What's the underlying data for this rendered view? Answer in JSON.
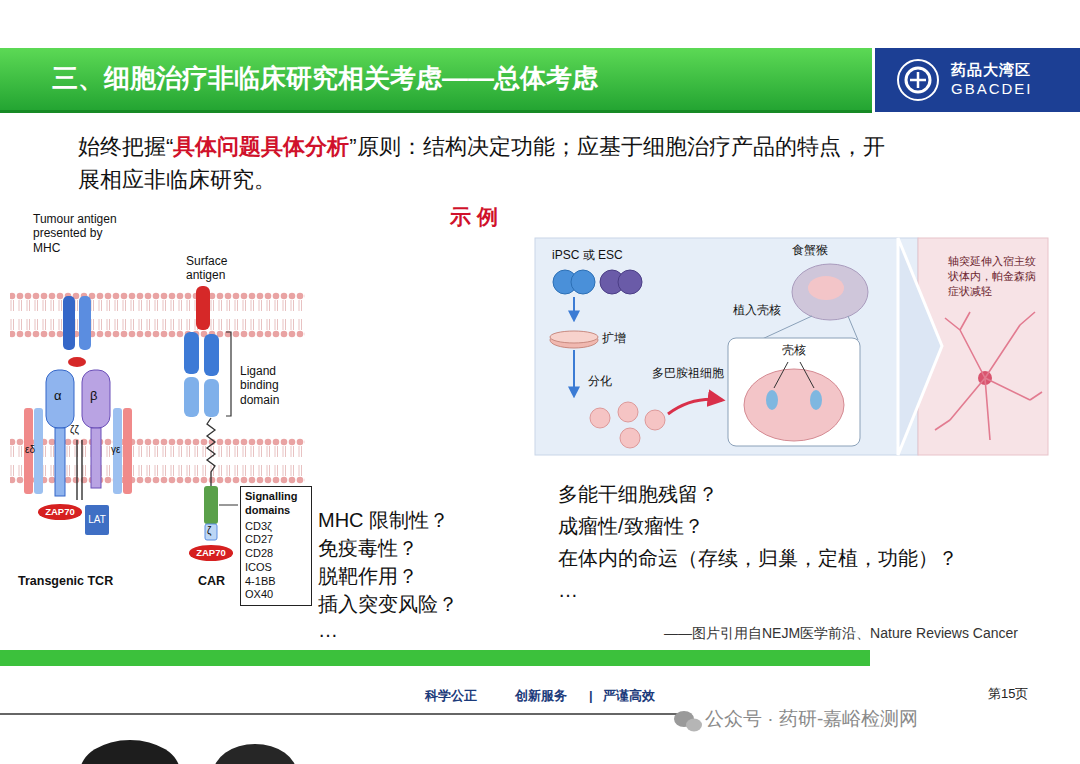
{
  "diagram": {
    "title": "三、细胞治疗非临床研究相关考虑——总体考虑",
    "nodes": [
      {
        "text": [
          "药品大湾区",
          "GBACDEI"
        ]
      },
      {
        "text": [
          "ZAP70"
        ]
      },
      {
        "text": [
          "LAT"
        ]
      },
      {
        "text": [
          "ZAP70"
        ]
      },
      {
        "text": [
          "Signalling domains",
          "CD3ζ",
          "CD27",
          "CD28",
          "ICOS",
          "4-1BB",
          "OX40"
        ]
      }
    ],
    "labels": [
      "始终把握“",
      "具体问题具体分析",
      "”原则：结构决定功能；应基于细胞治疗产品的特点，开展相应非临床研究。",
      "示 例",
      "Tumour antigen presented by MHC",
      "Surface antigen",
      "α",
      "β",
      "εδ",
      "ζζ",
      "γε",
      "Ligand binding domain",
      "ζ",
      "Transgenic TCR",
      "CAR",
      "MHC 限制性？",
      "免疫毒性？",
      "脱靶作用？",
      "插入突变风险？",
      "…",
      "iPSC 或 ESC",
      "扩增",
      "分化",
      "多巴胺祖细胞",
      "植入壳核",
      "食蟹猴",
      "壳核",
      "轴突延伸入宿主纹状体内，帕金森病症状减轻",
      "多能干细胞残留？",
      "成瘤性/致瘤性？",
      "在体内的命运（存续，归巢，定植，功能）？",
      "…",
      "——图片引用自NEJM医学前沿、Nature Reviews Cancer",
      "科学公正",
      "创新服务",
      "|",
      "严谨高效",
      "第15页",
      "公众号 · 药研-嘉峪检测网"
    ]
  }
}
